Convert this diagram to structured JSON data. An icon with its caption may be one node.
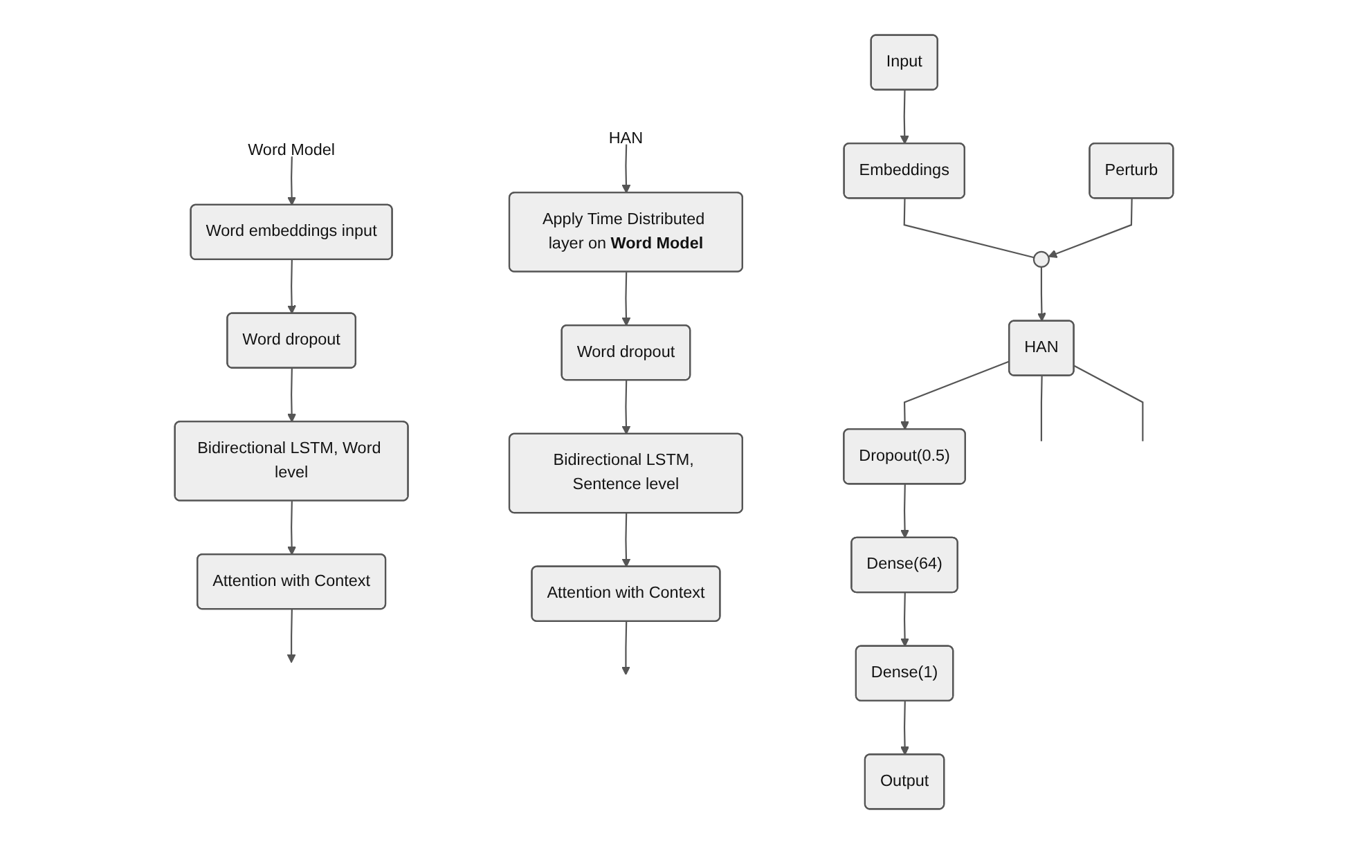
{
  "diagram": {
    "nodes": [
      {
        "text": [
          "Input"
        ]
      },
      {
        "text": [
          "Embeddings"
        ]
      },
      {
        "text": [
          "Perturb"
        ]
      },
      {
        "text": [],
        "shape": "circle"
      },
      {
        "text": [
          "HAN"
        ]
      },
      {
        "text": [
          "Dropout(0.5)"
        ]
      },
      {
        "text": [
          "Dense(64)"
        ]
      },
      {
        "text": [
          "Dense(1)"
        ]
      },
      {
        "text": [
          "Output"
        ]
      },
      {
        "text": [
          "HAN"
        ]
      },
      {
        "text": [
          "Apply Time Distributed layer on **Word Model**"
        ]
      },
      {
        "text": [
          "Word dropout"
        ]
      },
      {
        "text": [
          "Bidirectional LSTM, Sentence level"
        ]
      },
      {
        "text": [
          "Attention with Context"
        ]
      },
      {
        "text": [
          "Word Model"
        ]
      },
      {
        "text": [
          "Word embeddings input"
        ]
      },
      {
        "text": [
          "Word dropout"
        ]
      },
      {
        "text": [
          "Bidirectional LSTM, Word level"
        ]
      },
      {
        "text": [
          "Attention with Context"
        ]
      }
    ],
    "edges": [
      {
        "from": 0,
        "to": 1,
        "arrow": "to"
      },
      {
        "from": 1,
        "to": 3,
        "arrow": "none"
      },
      {
        "from": 2,
        "to": 3,
        "arrow": "to"
      },
      {
        "from": 3,
        "to": 4,
        "arrow": "to"
      },
      {
        "from": 4,
        "to": 5,
        "arrow": "to"
      },
      {
        "from": 5,
        "to": 6,
        "arrow": "to"
      },
      {
        "from": 6,
        "to": 7,
        "arrow": "to"
      },
      {
        "from": 7,
        "to": 8,
        "arrow": "to"
      },
      {
        "from": 4,
        "to": null,
        "arrow": "none"
      },
      {
        "from": 4,
        "to": null,
        "arrow": "none"
      },
      {
        "from": 9,
        "to": 10,
        "arrow": "to"
      },
      {
        "from": 10,
        "to": 11,
        "arrow": "to"
      },
      {
        "from": 11,
        "to": 12,
        "arrow": "to"
      },
      {
        "from": 12,
        "to": 13,
        "arrow": "to"
      },
      {
        "from": 13,
        "to": null,
        "arrow": "to"
      },
      {
        "from": 14,
        "to": 15,
        "arrow": "to"
      },
      {
        "from": 15,
        "to": 16,
        "arrow": "to"
      },
      {
        "from": 16,
        "to": 17,
        "arrow": "to"
      },
      {
        "from": 17,
        "to": 18,
        "arrow": "to"
      },
      {
        "from": 18,
        "to": null,
        "arrow": "to"
      }
    ]
  }
}
